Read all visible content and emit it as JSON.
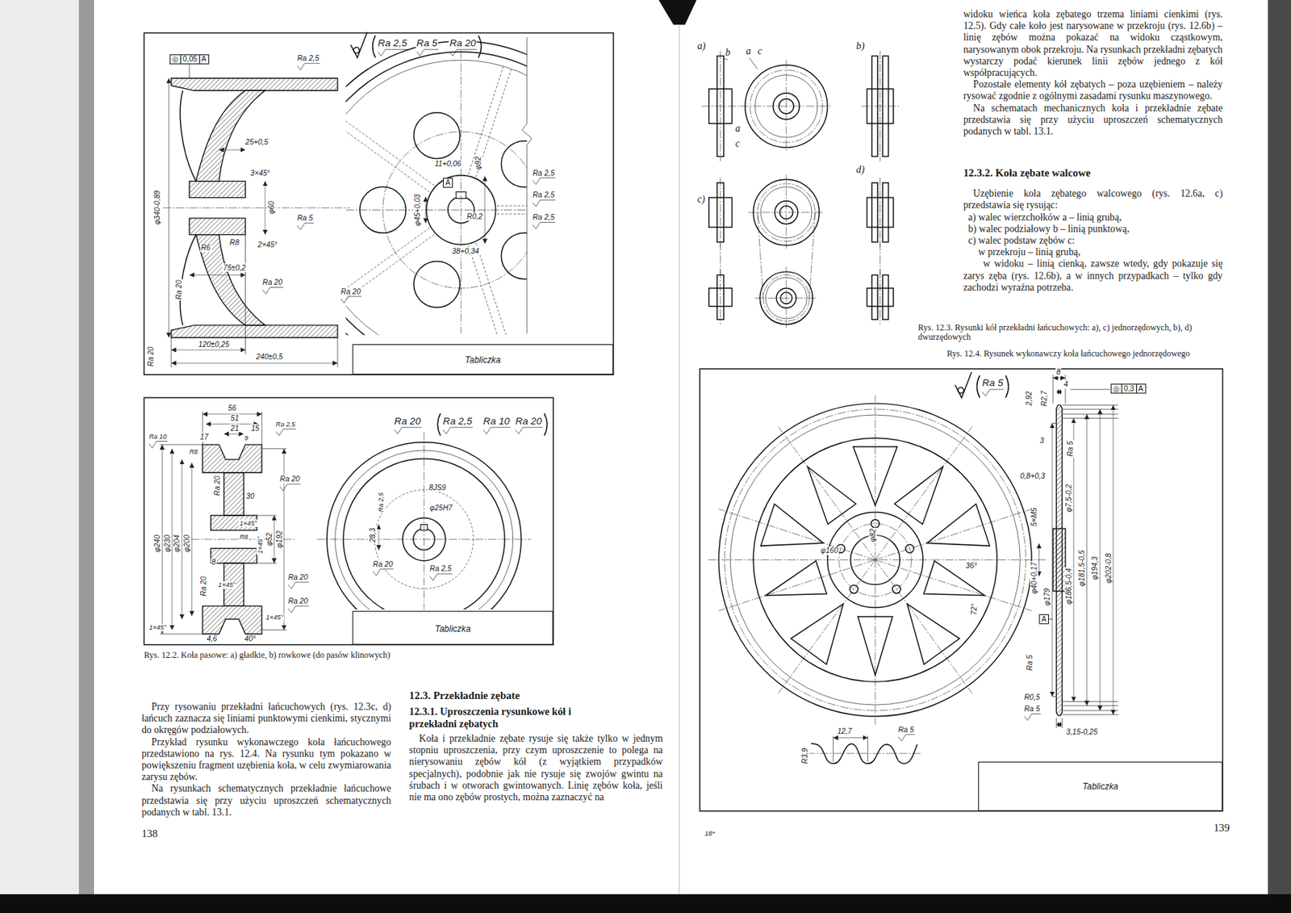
{
  "diagram": {
    "nodes": [
      {
        "text": [
          "Tabliczka"
        ]
      },
      {
        "text": [
          "Tabliczka"
        ]
      },
      {
        "text": [
          "Tabliczka"
        ]
      }
    ],
    "labels": [
      "◎",
      "0,05",
      "A",
      "Ra 2,5",
      "Ra 2,5",
      "Ra 5",
      "Ra 20",
      "25+0,5",
      "3×45°",
      "φ60",
      "Ra 5",
      "R6",
      "R8",
      "2×45°",
      "75±0,2",
      "Ra 20",
      "φ340-0,89",
      "Ra 20",
      "Ra 20",
      "120±0,25",
      "240±0,5",
      "Ra 20",
      "11+0,06",
      "φ92",
      "A",
      "φ45+0,03",
      "R0,2",
      "38+0,34",
      "Ra 2,5",
      "Ra 2,5",
      "Ra 2,5",
      "56",
      "51",
      "21",
      "15",
      "Ra 2,5",
      "Ra 10",
      "17",
      "R8",
      "9",
      "Ra 20",
      "Ra 20",
      "30",
      "φ240",
      "φ230",
      "φ204",
      "φ200",
      "1×45°",
      "R8",
      "1×45°",
      "φ52",
      "φ192",
      "8",
      "Ra 20",
      "Ra 20",
      "1×45°",
      "Ra 20",
      "1×45°",
      "1×45°",
      "4,6",
      "40°",
      "Ra 20",
      "Ra 2,5",
      "Ra 10",
      "Ra 20",
      "Ra 2,5",
      "8JS9",
      "28,3",
      "φ25H7",
      "Ra 20",
      "Ra 2,5",
      "Rys. 12.2. Koła pasowe: a) gładkie, b) rowkowe (do pasów klinowych)",
      "Przy rysowaniu przekładni łańcuchowych (rys. 12.3c, d) łańcuch zaznacza się liniami punktowymi cienkimi, stycznymi do okręgów podziałowych.",
      "Przykład rysunku wykonawczego koła łańcuchowego przedstawiono na rys. 12.4. Na rysunku tym pokazano w powiększeniu fragment uzębienia koła, w celu zwymiarowania zarysu zębów.",
      "Na rysunkach schematycznych przekładnie łańcuchowe przedstawia się przy użyciu uproszczeń schematycznych podanych w tabl. 13.1.",
      "12.3. Przekładnie zębate",
      "12.3.1. Uproszczenia rysunkowe kół i przekładni zębatych",
      "Koła i przekładnie zębate rysuje się także tylko w jednym stopniu uproszczenia, przy czym uproszczenie to polega na nierysowaniu zębów kół (z wyjątkiem przypadków specjalnych), podobnie jak nie rysuje się zwojów gwintu na śrubach i w otworach gwintowanych. Linię zębów koła, jeśli nie ma ono zębów prostych, można zaznaczyć na",
      "138",
      "a)",
      "b",
      "a",
      "c",
      "a",
      "c",
      "b)",
      "c)",
      "d)",
      "widoku wieńca koła zębatego trzema liniami cienkimi (rys. 12.5). Gdy całe koło jest narysowane w przekroju (rys. 12.6b) – linię zębów można pokazać na widoku cząstkowym, narysowanym obok przekroju. Na rysunkach przekładni zębatych wystarczy podać kierunek linii zębów jednego z kół współpracujących.",
      "Pozostałe elementy kół zębatych – poza uzębieniem – należy rysować zgodnie z ogólnymi zasadami rysunku maszynowego.",
      "Na schematach mechanicznych koła i przekładnie zębate przedstawia się przy użyciu uproszczeń schematycznych podanych w tabl. 13.1.",
      "12.3.2. Koła zębate walcowe",
      "Uzębienie koła zębatego walcowego (rys. 12.6a, c) przedstawia się rysując:",
      "a) walec wierzchołków a – linią grubą,",
      "b) walec podziałowy b – linią punktową,",
      "c) walec podstaw zębów c:",
      "w przekroju – linią grubą,",
      "w widoku – linią cienką, zawsze wtedy, gdy pokazuje się zarys zęba (rys. 12.6b), a w innych przypadkach – tylko gdy zachodzi wyraźna potrzeba.",
      "Rys. 12.3. Rysunki kół przekładni łańcuchowych: a), c) jednorzędowych, b), d) dwurzędowych",
      "Rys. 12.4. Rysunek wykonawczy koła łańcuchowego jednorzędowego",
      "Ra 5",
      "8",
      "4",
      "◎",
      "0,3",
      "A",
      "2,92",
      "R2,7",
      "3",
      "Ra 5",
      "0,8+0,3",
      "φ7,5-0,2",
      "5×M5",
      "φ40+0,17",
      "φ179",
      "φ186,5-0,4",
      "φ181,5-0,5",
      "φ194,3",
      "φ202-0,8",
      "A",
      "Ra 5",
      "R0,5",
      "Ra 5",
      "3,15-0,25",
      "φ160",
      "φ82",
      "36°",
      "72°",
      "12,7",
      "Ra 5",
      "R3,9",
      "18*",
      "139"
    ]
  }
}
